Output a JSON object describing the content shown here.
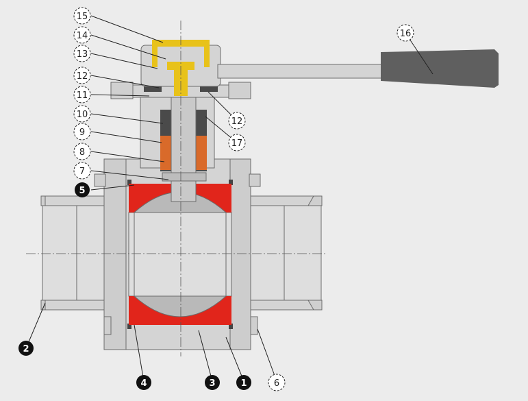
{
  "colors": {
    "background": "#ececec",
    "body": "#d4d4d4",
    "bore": "#dedede",
    "ball": "#b9b9b9",
    "seat": "#e1251b",
    "packing": "#d96a2a",
    "gland_ring": "#4a4a4a",
    "stem": "#e8c21a",
    "handle_grip": "#5f5f5f",
    "outline": "#6b6b6b"
  },
  "callouts": [
    {
      "id": "1",
      "label": "1",
      "style": "filled"
    },
    {
      "id": "2",
      "label": "2",
      "style": "filled"
    },
    {
      "id": "3",
      "label": "3",
      "style": "filled"
    },
    {
      "id": "4",
      "label": "4",
      "style": "filled"
    },
    {
      "id": "5",
      "label": "5",
      "style": "filled"
    },
    {
      "id": "6",
      "label": "6",
      "style": "outline"
    },
    {
      "id": "7",
      "label": "7",
      "style": "outline"
    },
    {
      "id": "8",
      "label": "8",
      "style": "outline"
    },
    {
      "id": "9",
      "label": "9",
      "style": "outline"
    },
    {
      "id": "10",
      "label": "10",
      "style": "outline"
    },
    {
      "id": "11",
      "label": "11",
      "style": "outline"
    },
    {
      "id": "12a",
      "label": "12",
      "style": "outline"
    },
    {
      "id": "12b",
      "label": "12",
      "style": "outline"
    },
    {
      "id": "13",
      "label": "13",
      "style": "outline"
    },
    {
      "id": "14",
      "label": "14",
      "style": "outline"
    },
    {
      "id": "15",
      "label": "15",
      "style": "outline"
    },
    {
      "id": "16",
      "label": "16",
      "style": "outline"
    },
    {
      "id": "17",
      "label": "17",
      "style": "outline"
    }
  ]
}
